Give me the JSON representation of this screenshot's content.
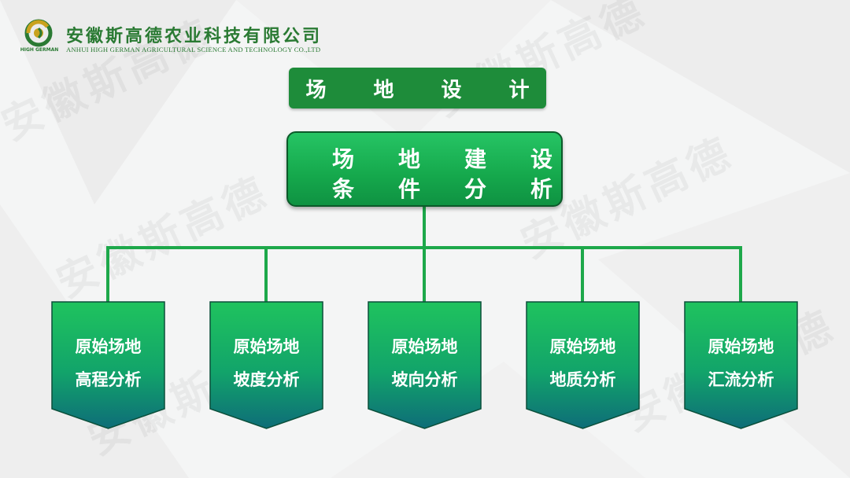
{
  "company": {
    "name_cn": "安徽斯高德农业科技有限公司",
    "name_en": "ANHUI HIGH GERMAN AGRICULTURAL SCIENCE AND TECHNOLOGY CO.,LTD",
    "logo_text": "HIGH GERMAN"
  },
  "watermark": "安徽斯高德",
  "title": "场地设计",
  "main_node": {
    "line1": "场地建设",
    "line2": "条件分析"
  },
  "children": [
    {
      "line1": "原始场地",
      "line2": "高程分析"
    },
    {
      "line1": "原始场地",
      "line2": "坡度分析"
    },
    {
      "line1": "原始场地",
      "line2": "坡向分析"
    },
    {
      "line1": "原始场地",
      "line2": "地质分析"
    },
    {
      "line1": "原始场地",
      "line2": "汇流分析"
    }
  ],
  "colors": {
    "brand_green": "#2a7a33",
    "title_bg": "#1e8c3a",
    "node_green_top": "#1fc35e",
    "node_teal_bottom": "#0e6d78",
    "connector": "#1da84a"
  }
}
